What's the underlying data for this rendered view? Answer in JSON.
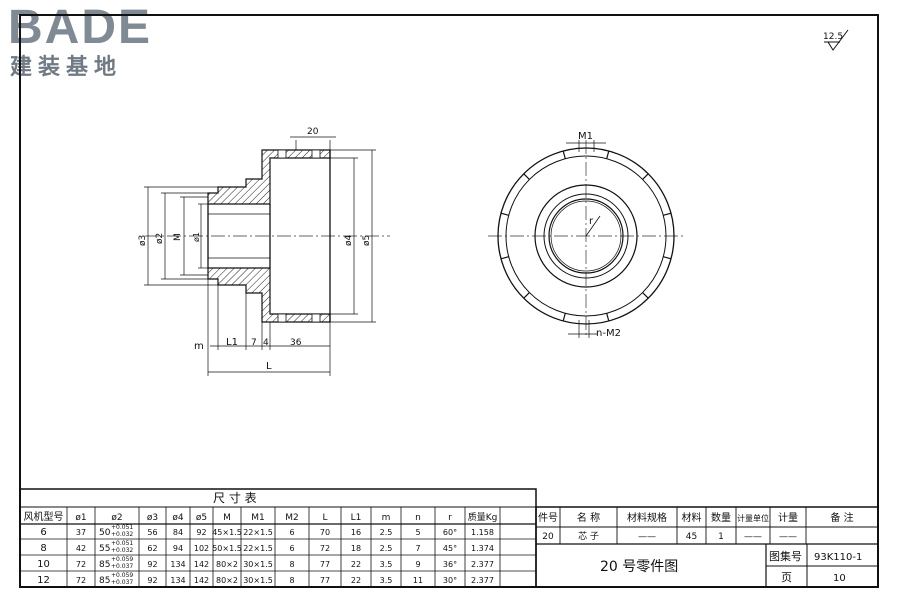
{
  "logo": {
    "brand": "BADE",
    "subtitle": "建装基地"
  },
  "roughness": "12.5",
  "dims": {
    "w20": "20",
    "phi3": "ø3",
    "phi2": "ø2",
    "M": "M",
    "phi1": "ø1",
    "phi4": "ø4",
    "phi5": "ø5",
    "m": "m",
    "L1": "L1",
    "seven": "7",
    "four": "4",
    "thirtysix": "36",
    "L": "L",
    "M1": "M1",
    "r": "r",
    "nM2": "n-M2"
  },
  "size_table": {
    "title": "尺          寸          表",
    "headers": [
      "风机型号",
      "ø1",
      "ø2",
      "ø3",
      "ø4",
      "ø5",
      "M",
      "M1",
      "M2",
      "L",
      "L1",
      "m",
      "n",
      "r",
      "质量Kg"
    ],
    "rows": [
      [
        "6",
        "37",
        "50+0.051/+0.032",
        "56",
        "84",
        "92",
        "45×1.5",
        "22×1.5",
        "6",
        "70",
        "16",
        "2.5",
        "5",
        "60°",
        "1.158"
      ],
      [
        "8",
        "42",
        "55+0.051/+0.032",
        "62",
        "94",
        "102",
        "50×1.5",
        "22×1.5",
        "6",
        "72",
        "18",
        "2.5",
        "7",
        "45°",
        "1.374"
      ],
      [
        "10",
        "72",
        "85+0.059/+0.037",
        "92",
        "134",
        "142",
        "80×2",
        "30×1.5",
        "8",
        "77",
        "22",
        "3.5",
        "9",
        "36°",
        "2.377"
      ],
      [
        "12",
        "72",
        "85+0.059/+0.037",
        "92",
        "134",
        "142",
        "80×2",
        "30×1.5",
        "8",
        "77",
        "22",
        "3.5",
        "11",
        "30°",
        "2.377"
      ]
    ]
  },
  "title_block": {
    "headers": [
      "件号",
      "名 称",
      "材料规格",
      "材料",
      "数量",
      "计量单位",
      "计量",
      "备 注"
    ],
    "row": [
      "20",
      "芯 子",
      "——",
      "45",
      "1",
      "——",
      "——",
      ""
    ],
    "drawing_title": "20 号零件图",
    "set_label": "图集号",
    "set_value": "93K110-1",
    "page_label": "页",
    "page_value": "10"
  }
}
